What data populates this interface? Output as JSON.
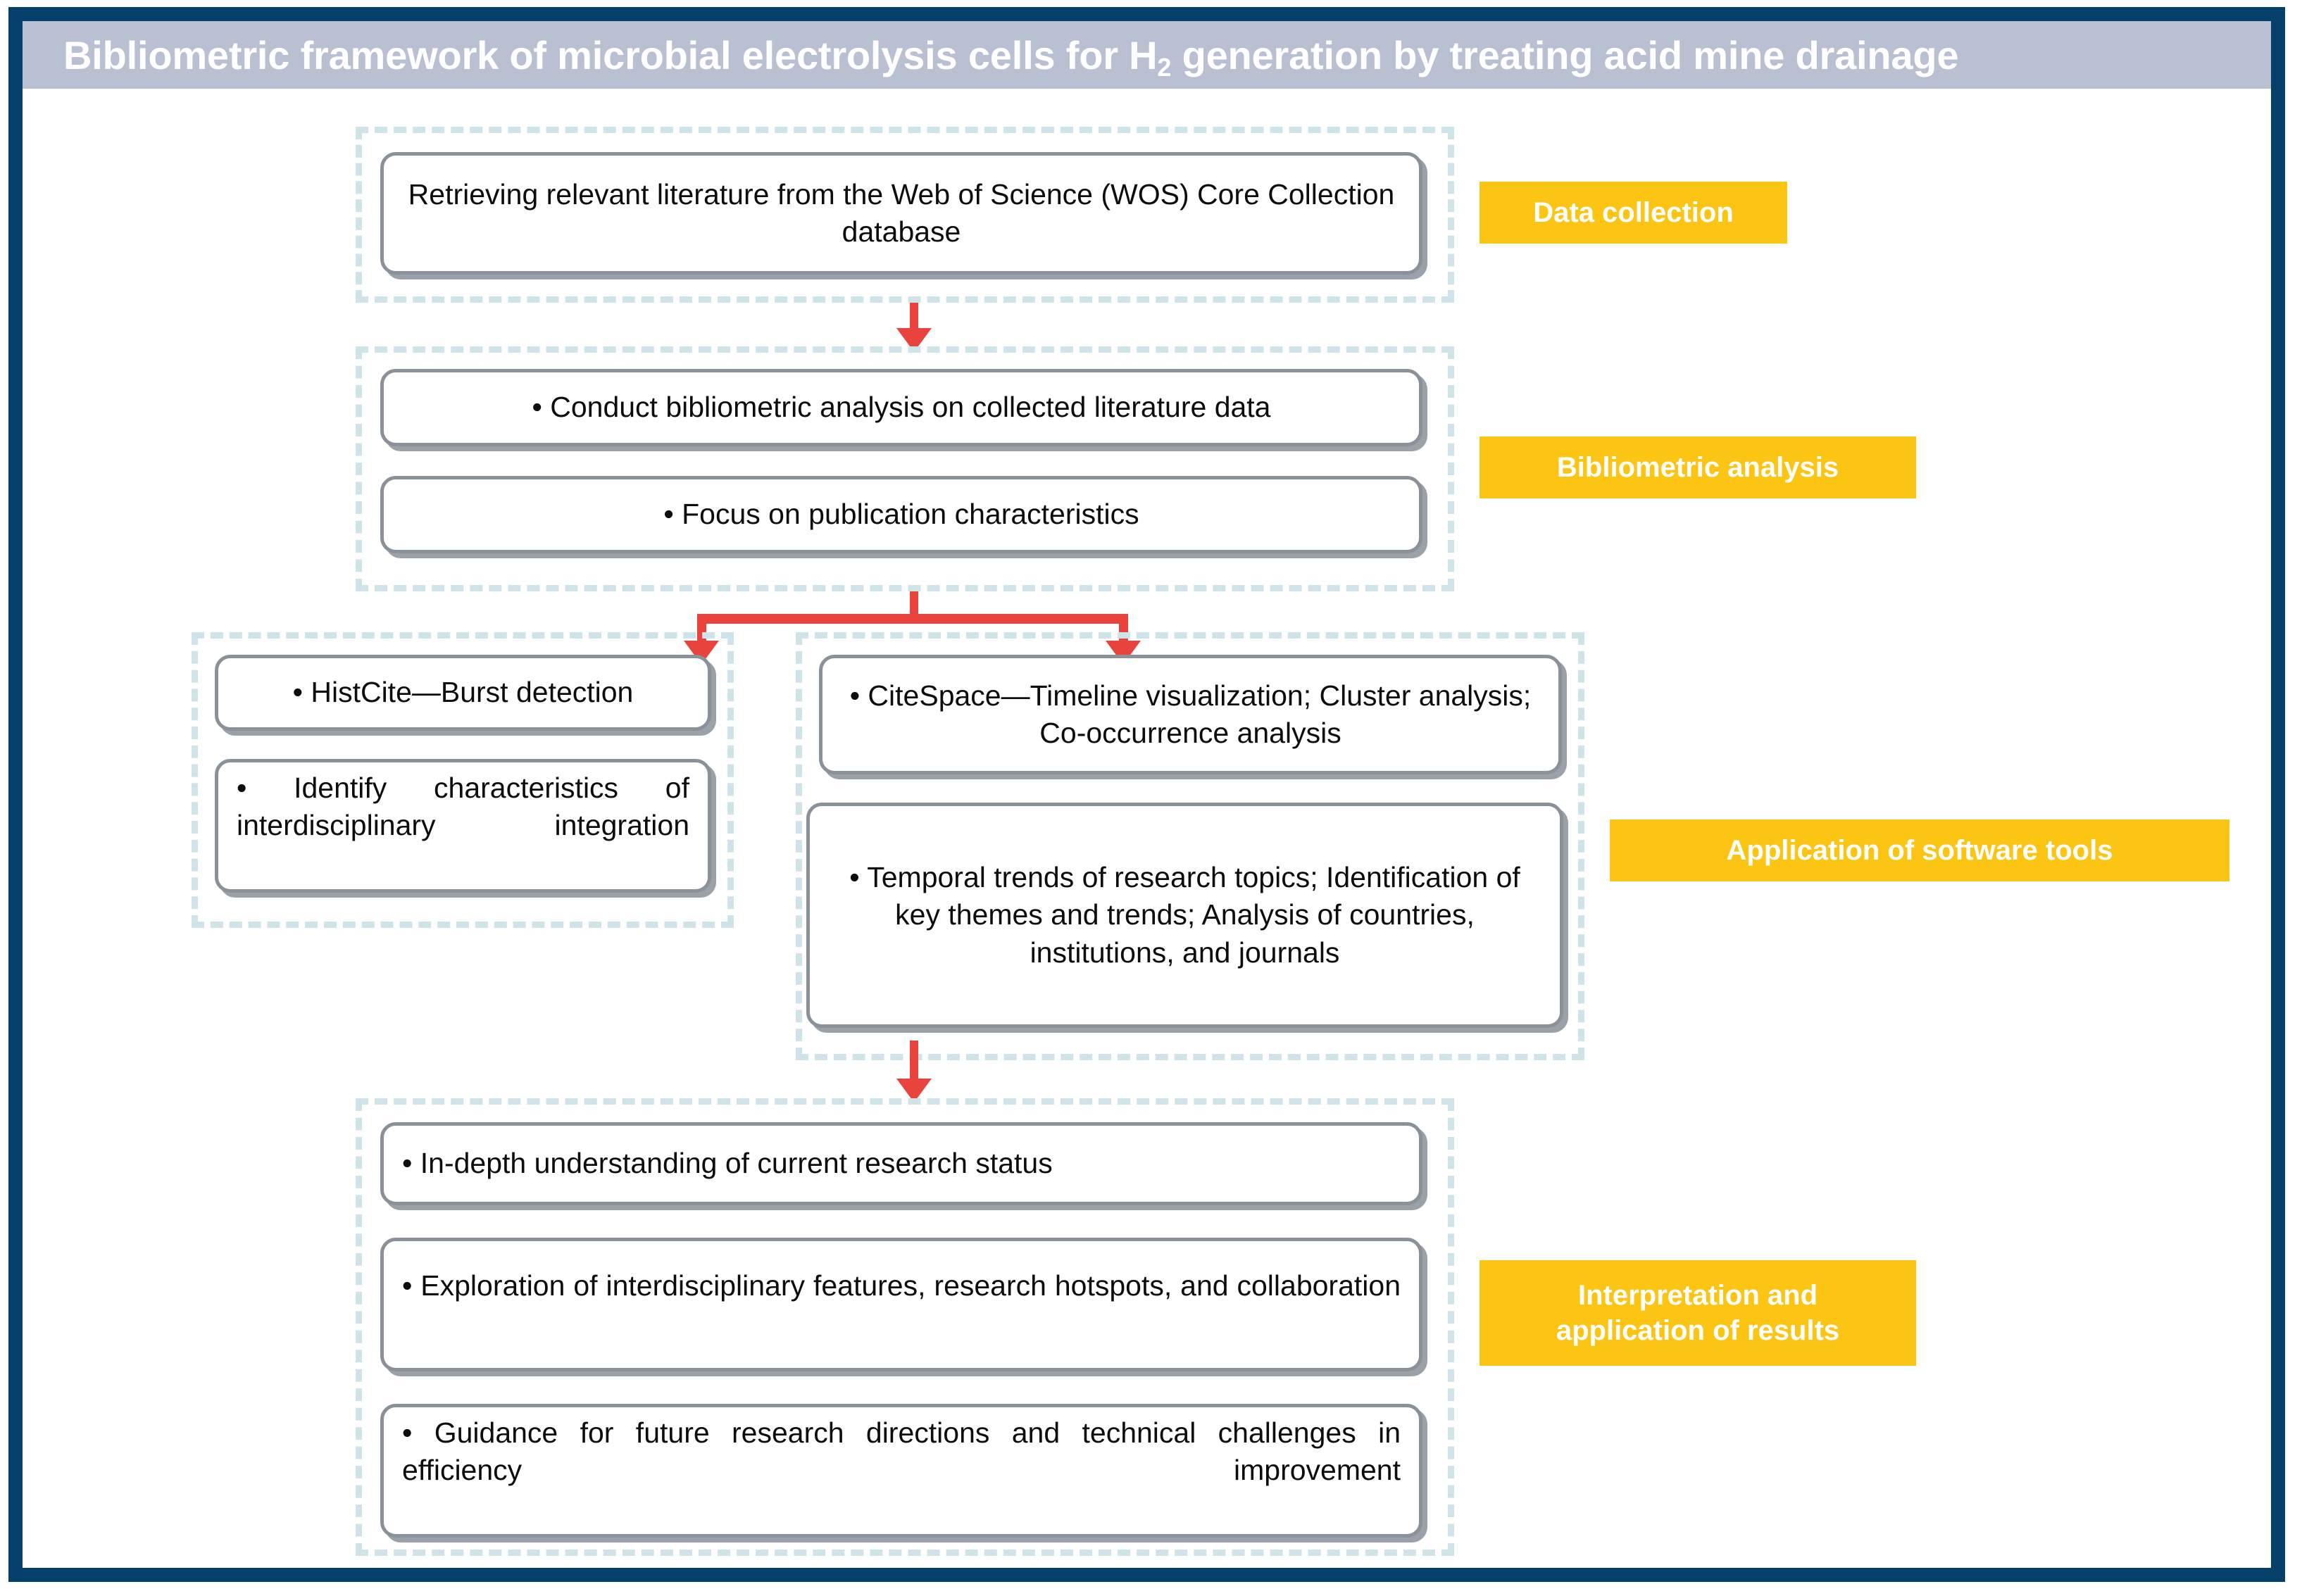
{
  "header": {
    "title_pre": "Bibliometric framework of microbial electrolysis cells for H",
    "title_sub": "2",
    "title_post": " generation by treating acid mine drainage"
  },
  "colors": {
    "frame_navy": "#05406a",
    "banner_bg": "#b8c0d1",
    "badge_yellow": "#fdc513",
    "dashed_blue": "#cfe4e8",
    "box_border_gray": "#8a9199",
    "arrow_red": "#e8433c",
    "text_black": "#0d0d0d"
  },
  "stages": [
    {
      "id": "data-collection",
      "badge": "Data collection",
      "boxes": [
        {
          "text": "Retrieving relevant literature from the Web of Science (WOS) Core Collection database",
          "align": "center"
        }
      ]
    },
    {
      "id": "bibliometric-analysis",
      "badge": "Bibliometric analysis",
      "boxes": [
        {
          "text": "• Conduct bibliometric analysis on collected literature data",
          "align": "center"
        },
        {
          "text": "• Focus on publication characteristics",
          "align": "center"
        }
      ]
    },
    {
      "id": "software-tools-left",
      "badge": "",
      "boxes": [
        {
          "text": "• HistCite—Burst detection",
          "align": "center"
        },
        {
          "text": "• Identify characteristics of interdisciplinary integration",
          "align": "justify"
        }
      ]
    },
    {
      "id": "software-tools-right",
      "badge": "Application of software tools",
      "boxes": [
        {
          "text": "• CiteSpace—Timeline visualization; Cluster analysis; Co-occurrence analysis",
          "align": "center"
        },
        {
          "text": "• Temporal trends of research topics; Identification of key themes and trends; Analysis of countries, institutions, and journals",
          "align": "center"
        }
      ]
    },
    {
      "id": "interpretation-results",
      "badge_line1": "Interpretation and",
      "badge_line2": "application of results",
      "boxes": [
        {
          "text": "• In-depth understanding of current research status",
          "align": "left"
        },
        {
          "text": "• Exploration of interdisciplinary features, research hotspots, and collaboration",
          "align": "justify"
        },
        {
          "text": "• Guidance for future research directions and technical challenges in efficiency improvement",
          "align": "justify"
        }
      ]
    }
  ]
}
